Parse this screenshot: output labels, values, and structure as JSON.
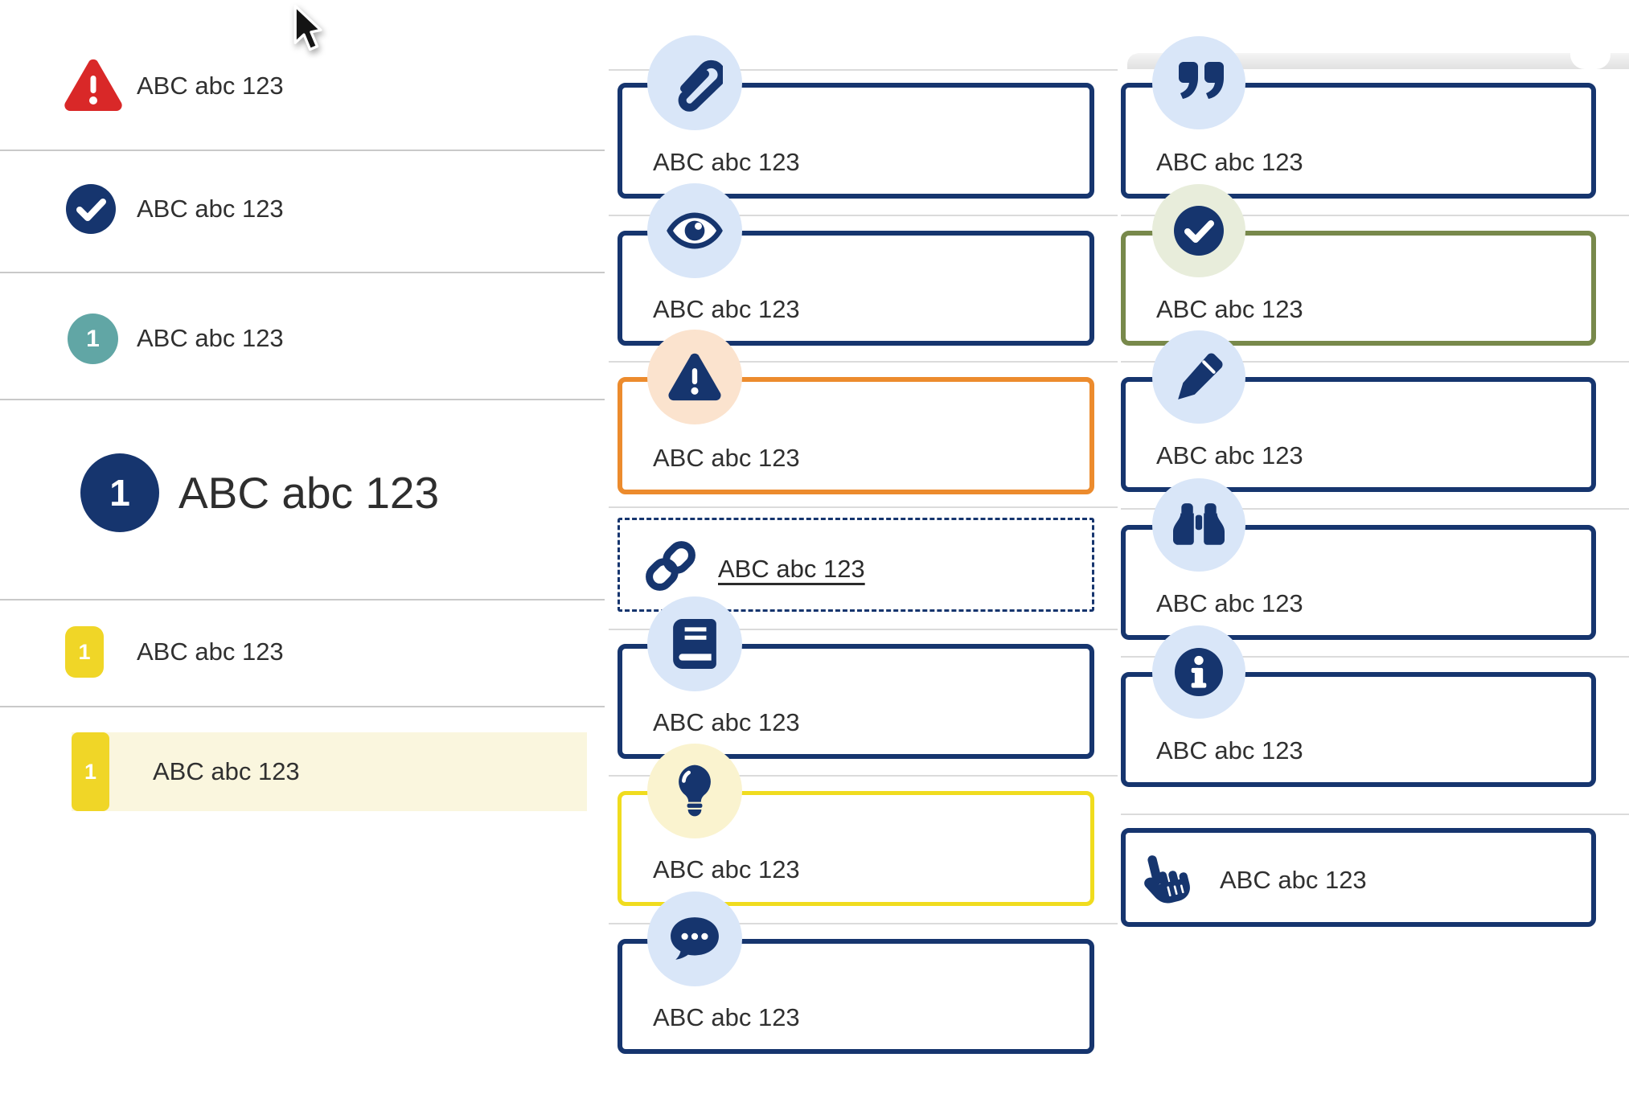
{
  "colors": {
    "navy": "#16356E",
    "red": "#D92828",
    "teal": "#61A6A5",
    "light_blue": "#D9E6F8",
    "peach": "#FBE3CE",
    "orange": "#EC8B2D",
    "pale_yellow": "#FAF3CF",
    "yellow_border": "#F0DC1E",
    "badge_yellow": "#F0D627",
    "cream_highlight": "#FAF6DE",
    "sage": "#E8EDDB",
    "olive": "#78894B",
    "text": "#303030"
  },
  "left_list": {
    "items": [
      {
        "icon": "alert-triangle-icon",
        "label": "ABC abc 123"
      },
      {
        "icon": "check-circle-icon",
        "label": "ABC abc 123"
      },
      {
        "icon": "teal-number-badge",
        "badge": "1",
        "label": "ABC abc 123"
      },
      {
        "icon": "navy-number-circle",
        "badge": "1",
        "label": "ABC abc 123",
        "heading": true
      },
      {
        "icon": "yellow-number-badge",
        "badge": "1",
        "label": "ABC abc 123"
      },
      {
        "icon": "yellow-number-block",
        "badge": "1",
        "label": "ABC abc 123",
        "highlighted": true
      }
    ]
  },
  "middle_callouts": [
    {
      "icon": "paperclip-icon",
      "label": "ABC abc 123",
      "variant": "navy"
    },
    {
      "icon": "eye-icon",
      "label": "ABC abc 123",
      "variant": "navy"
    },
    {
      "icon": "warning-icon",
      "label": "ABC abc 123",
      "variant": "orange"
    },
    {
      "icon": "link-icon",
      "label": "ABC abc 123",
      "variant": "dashed-link"
    },
    {
      "icon": "book-icon",
      "label": "ABC abc 123",
      "variant": "navy"
    },
    {
      "icon": "lightbulb-icon",
      "label": "ABC abc 123",
      "variant": "yellow"
    },
    {
      "icon": "comment-dots-icon",
      "label": "ABC abc 123",
      "variant": "navy"
    }
  ],
  "right_callouts": [
    {
      "icon": "quote-icon",
      "label": "ABC abc 123",
      "variant": "navy"
    },
    {
      "icon": "check-icon",
      "label": "ABC abc 123",
      "variant": "olive"
    },
    {
      "icon": "pencil-icon",
      "label": "ABC abc 123",
      "variant": "navy"
    },
    {
      "icon": "binoculars-icon",
      "label": "ABC abc 123",
      "variant": "navy"
    },
    {
      "icon": "info-icon",
      "label": "ABC abc 123",
      "variant": "navy"
    },
    {
      "icon": "hand-pointer-icon",
      "label": "ABC abc 123",
      "variant": "navy-inline"
    }
  ]
}
